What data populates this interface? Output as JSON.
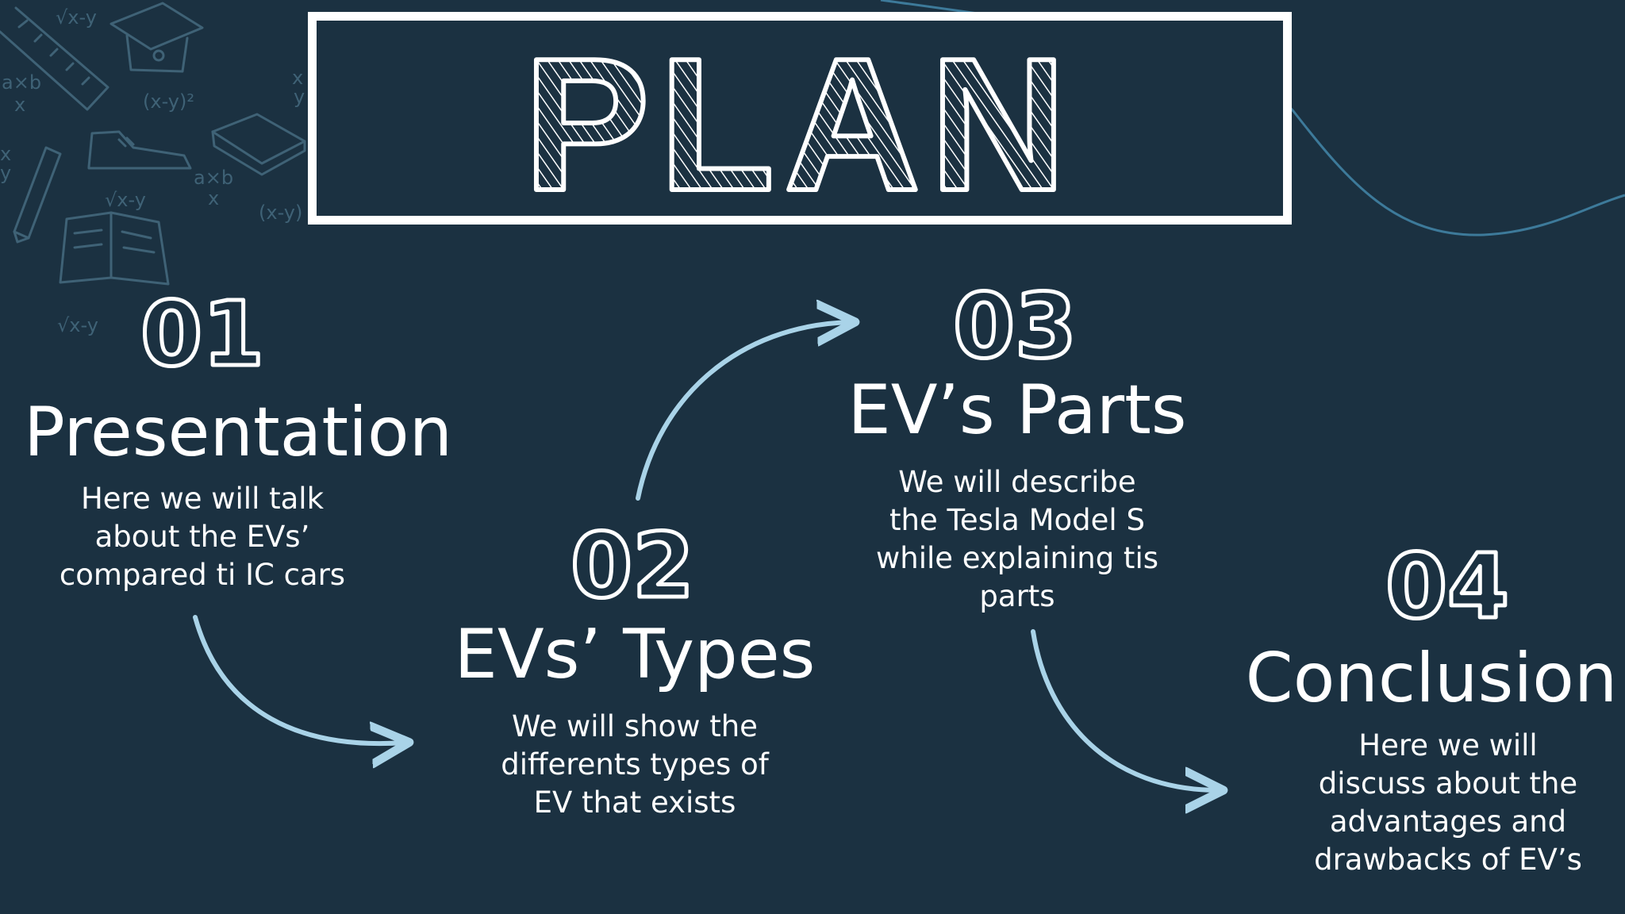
{
  "title": "PLAN",
  "colors": {
    "background": "#1b3141",
    "text": "#ffffff",
    "arrow": "#a9d3e8",
    "doodle": "#3f6276",
    "wave": "#3d7a9a"
  },
  "decorations": {
    "doodle_labels": [
      "√x-y",
      "a×b",
      "x",
      "(x-y)²",
      "a×b",
      "x",
      "√x-y",
      "(x-y)",
      "√x-y",
      "x",
      "y",
      "x",
      "y"
    ]
  },
  "steps": [
    {
      "number": "01",
      "heading": "Presentation",
      "description": "Here we will talk\nabout the EVs’\ncompared ti IC cars"
    },
    {
      "number": "02",
      "heading": "EVs’ Types",
      "description": "We will show the\ndifferents types of\nEV that exists"
    },
    {
      "number": "03",
      "heading": "EV’s Parts",
      "description": "We will describe\nthe Tesla Model S\nwhile explaining tis\nparts"
    },
    {
      "number": "04",
      "heading": "Conclusion",
      "description": "Here we will\ndiscuss about the\nadvantages and\ndrawbacks of EV’s"
    }
  ]
}
